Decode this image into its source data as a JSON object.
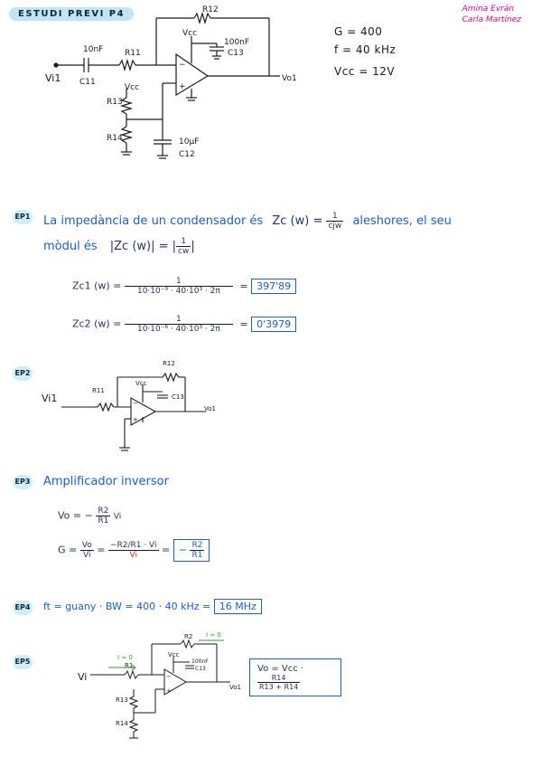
{
  "header": {
    "title": "ESTUDI PREVI P4",
    "authors": [
      "Amina Evrán",
      "Carla Martínez"
    ]
  },
  "specs": {
    "gain": "G = 400",
    "freq": "f = 40 kHz",
    "vcc": "Vcc = 12V"
  },
  "circuit1": {
    "c_in_value": "10nF",
    "c_in": "C11",
    "r11": "R11",
    "r12": "R12",
    "r13": "R13",
    "r14": "R14",
    "vcc": "Vcc",
    "c13_value": "100nF",
    "c13": "C13",
    "c12_value": "10µF",
    "c12": "C12",
    "vin": "Vi1",
    "vout": "Vo1"
  },
  "ep1": {
    "badge": "EP1",
    "line1_start": "La impedància de un condensador és",
    "zc_lhs": "Zc (w) =",
    "zc_num": "1",
    "zc_den": "cjw",
    "line1_end": "aleshores, el seu",
    "line2_start": "mòdul és",
    "mod_lhs": "|Zc (w)| = |",
    "mod_num": "1",
    "mod_den": "cw",
    "mod_end": "|",
    "z1_lhs": "Zc1 (w) =",
    "z1_num": "1",
    "z1_den": "10·10⁻⁹ · 40·10³ · 2π",
    "z1_result": "397'89",
    "z2_lhs": "Zc2 (w) =",
    "z2_num": "1",
    "z2_den": "10·10⁻⁶ · 40·10³ · 2π",
    "z2_result": "0'3979"
  },
  "ep2": {
    "badge": "EP2",
    "vin": "Vi1",
    "r1": "R11",
    "r2": "R12",
    "vcc": "Vcc",
    "c13": "C13",
    "vout": "Vo1"
  },
  "ep3": {
    "badge": "EP3",
    "title": "Amplificador inversor",
    "vo_lhs": "Vo = −",
    "vo_num": "R2",
    "vo_den": "R1",
    "vo_rhs": "Vi",
    "g_lhs": "G =",
    "g_num": "Vo",
    "g_den": "Vi",
    "g_eq": "=",
    "g_mid_num": "−R2/R1 · Vi",
    "g_mid_den": "Vi",
    "g_result_prefix": "−",
    "g_result_num": "R2",
    "g_result_den": "R1"
  },
  "ep4": {
    "badge": "EP4",
    "expr": "ft = guany · BW = 400 · 40 kHz =",
    "result": "16 MHz"
  },
  "ep5": {
    "badge": "EP5",
    "i_in": "I ≈ 0",
    "i_fb": "I ≈ 0",
    "r1": "R1",
    "r2": "R2",
    "vcc": "Vcc",
    "c13_value": "100nF",
    "c13": "C13",
    "r13": "R13",
    "r14": "R14",
    "vin": "Vi",
    "vout": "Vo1",
    "formula_lhs": "Vo = Vcc ·",
    "formula_num": "R14",
    "formula_den": "R13 + R14"
  }
}
